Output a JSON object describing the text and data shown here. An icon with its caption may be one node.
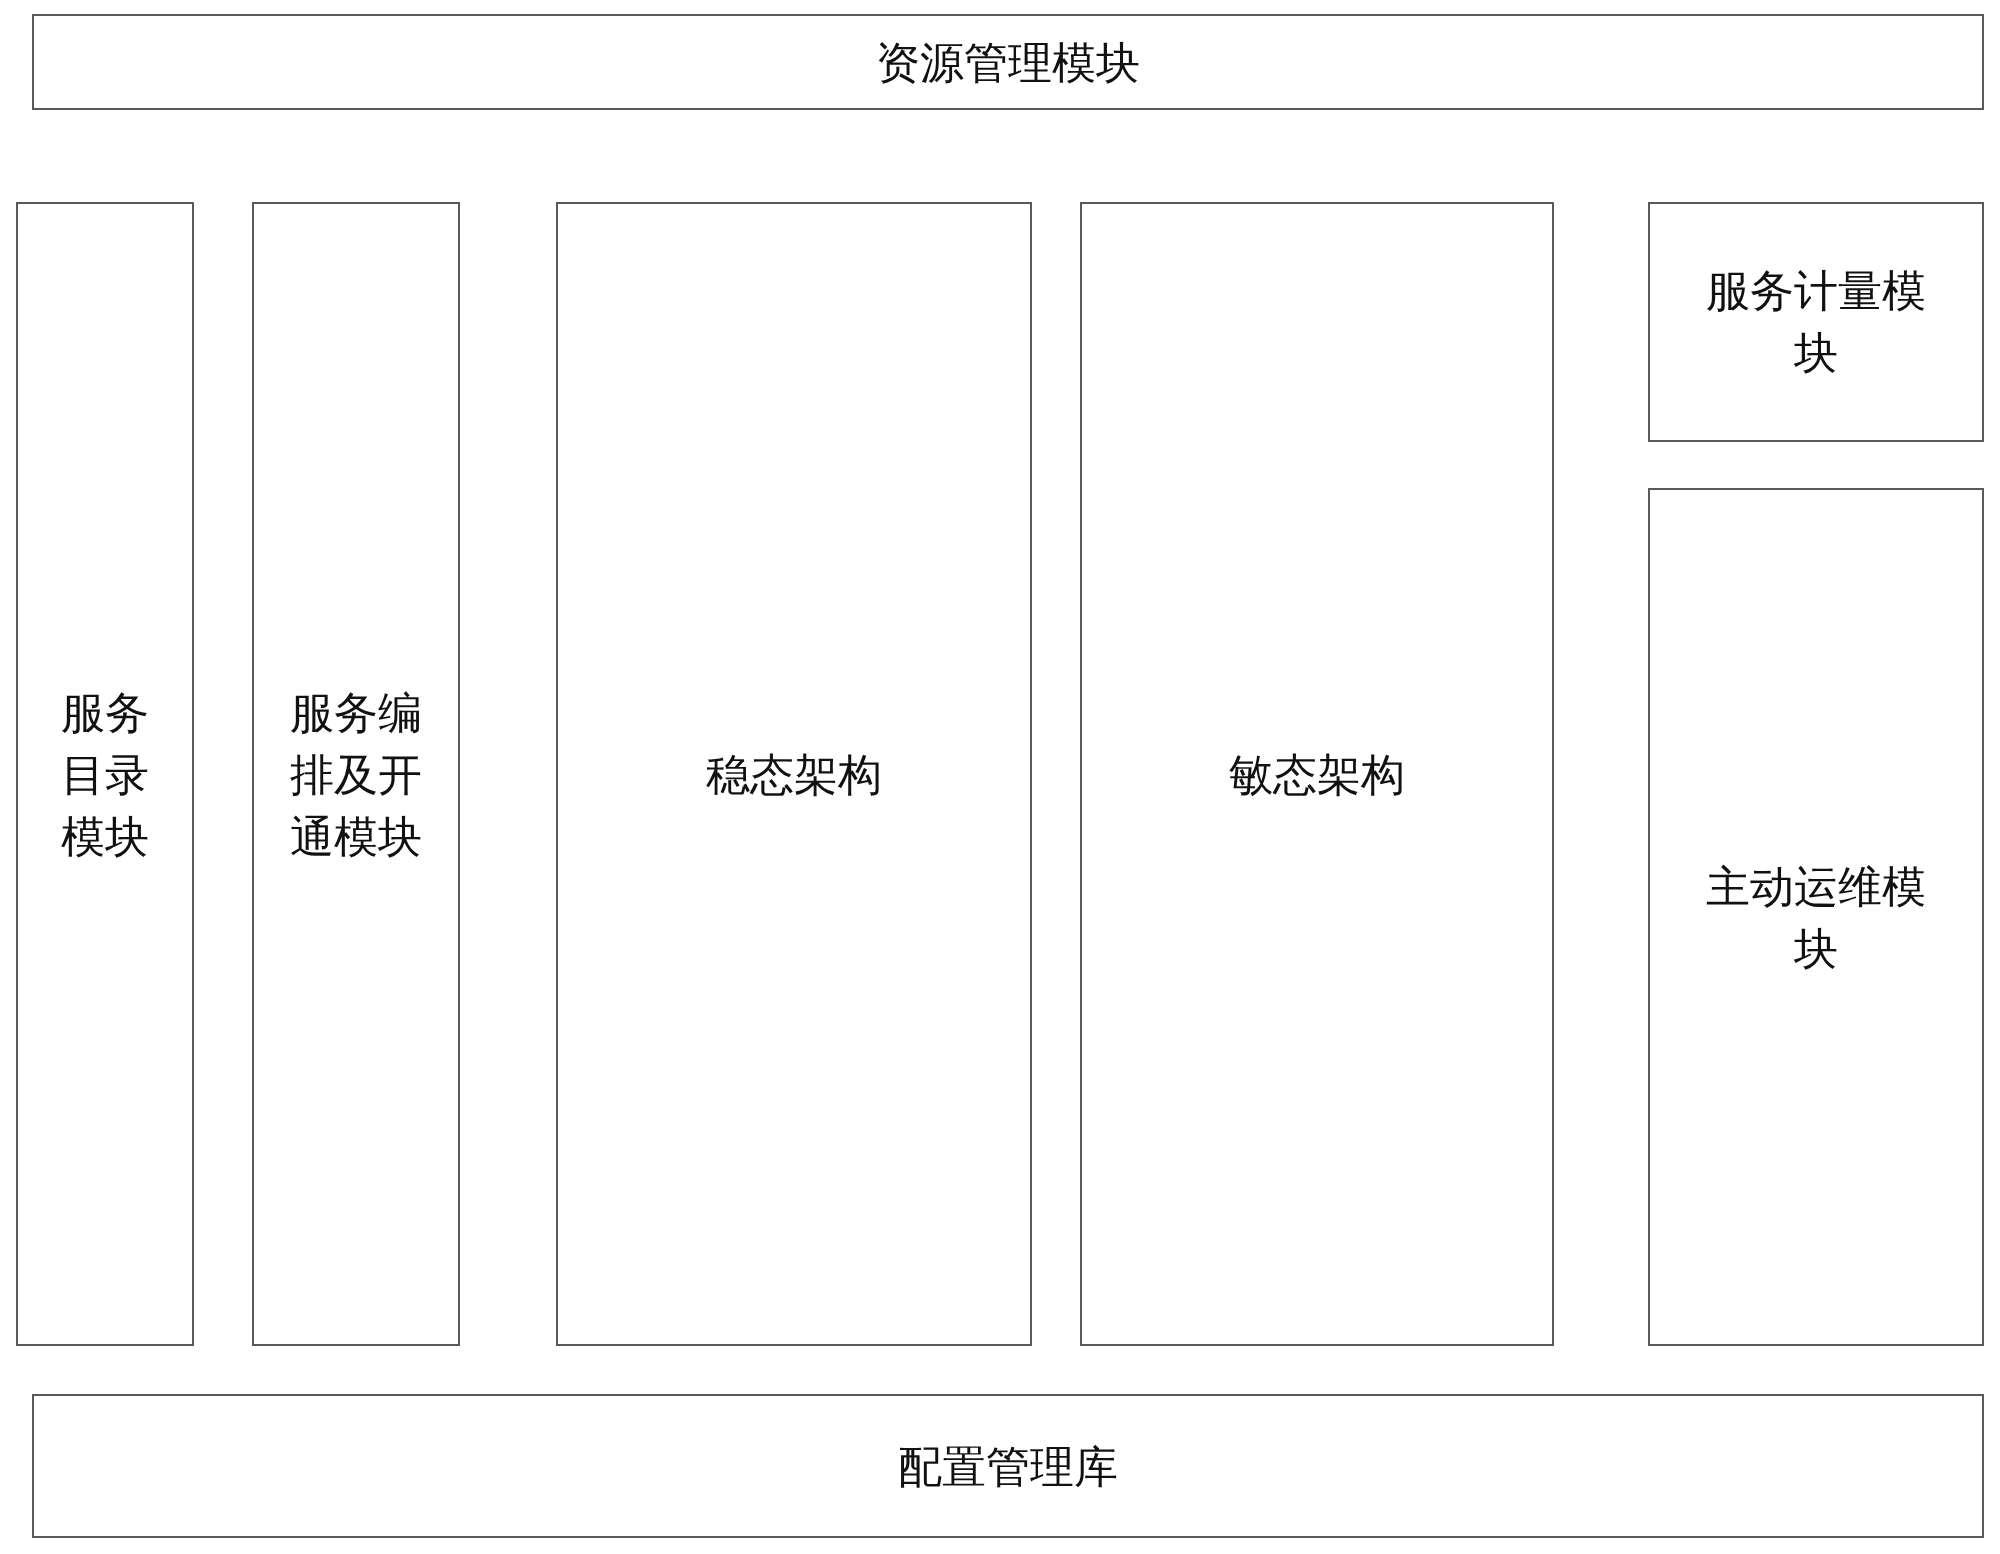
{
  "diagram": {
    "nodes": [
      {
        "text": [
          "资源管理模块"
        ]
      },
      {
        "text": [
          "服务目录模块"
        ]
      },
      {
        "text": [
          "服务编排及开通模块"
        ]
      },
      {
        "text": [
          "稳态架构"
        ]
      },
      {
        "text": [
          "敏态架构"
        ]
      },
      {
        "text": [
          "服务计量模块"
        ]
      },
      {
        "text": [
          "主动运维模块"
        ]
      },
      {
        "text": [
          "配置管理库"
        ]
      }
    ]
  }
}
